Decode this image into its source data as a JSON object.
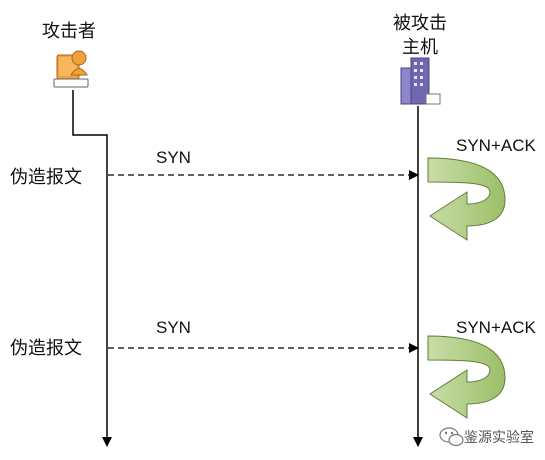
{
  "attacker": {
    "label": "攻击者",
    "icon": "laptop-user-icon"
  },
  "victim": {
    "label_line1": "被攻击",
    "label_line2": "主机",
    "icon": "server-building-icon"
  },
  "exchanges": [
    {
      "left_label": "伪造报文",
      "message": "SYN",
      "reply": "SYN+ACK"
    },
    {
      "left_label": "伪造报文",
      "message": "SYN",
      "reply": "SYN+ACK"
    }
  ],
  "watermark": {
    "text": "鉴源实验室",
    "icon": "wechat-icon"
  },
  "colors": {
    "laptop": "#f0a13a",
    "building": "#6f68b0",
    "reply_arrow": "#aecb80",
    "line": "#000000"
  }
}
